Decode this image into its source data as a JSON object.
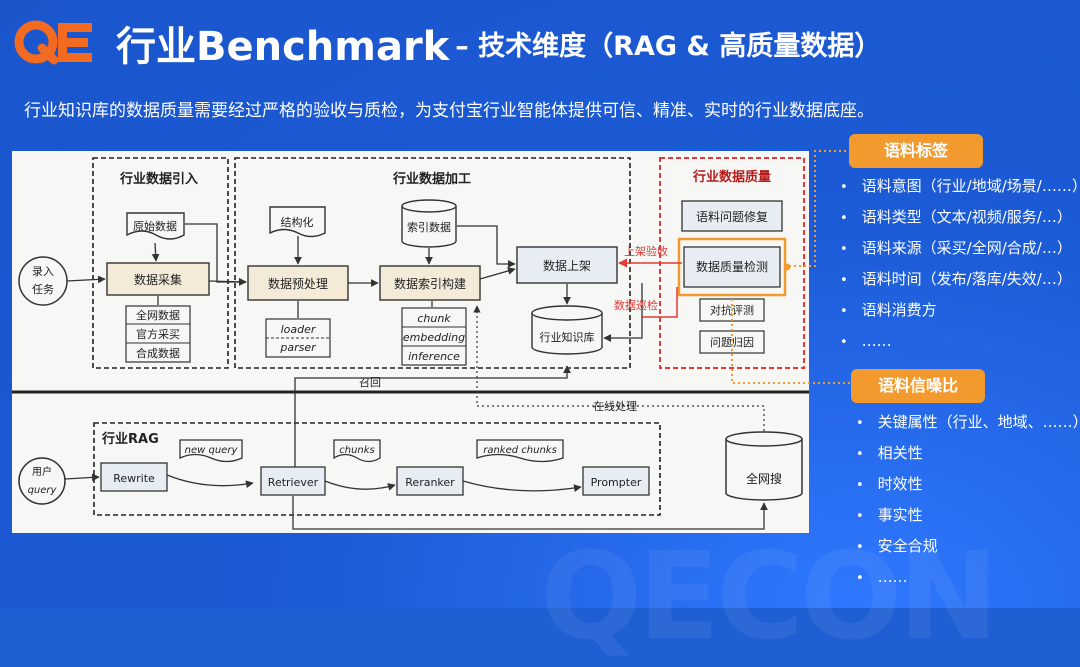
{
  "header": {
    "logo_text": "QE",
    "title_main": "行业Benchmark",
    "title_sub": "– 技术维度（RAG & 高质量数据）",
    "subtitle": "行业知识库的数据质量需要经过严格的验收与质检，为支付宝行业智能体提供可信、精准、实时的行业数据底座。"
  },
  "diagram": {
    "groups": {
      "ingest": "行业数据引入",
      "process": "行业数据加工",
      "quality": "行业数据质量",
      "rag": "行业RAG"
    },
    "nodes": {
      "input_task": "录入\n任务",
      "raw_data": "原始数据",
      "collect": "数据采集",
      "sources": [
        "全网数据",
        "官方采买",
        "合成数据"
      ],
      "structured": "结构化",
      "preprocess": "数据预处理",
      "loader": "loader",
      "parser": "parser",
      "index_data": "索引数据",
      "index_build": "数据索引构建",
      "index_items": [
        "chunk",
        "embedding",
        "inference"
      ],
      "publish": "数据上架",
      "kb": "行业知识库",
      "repair": "语料问题修复",
      "qc": "数据质量检测",
      "adversarial": "对抗评测",
      "attribution": "问题归因",
      "user_query": "用户\nquery",
      "rewrite": "Rewrite",
      "new_query": "new query",
      "retriever": "Retriever",
      "chunks": "chunks",
      "reranker": "Reranker",
      "ranked_chunks": "ranked chunks",
      "prompter": "Prompter",
      "web_search": "全网搜"
    },
    "edge_labels": {
      "publish_check": "上架验收",
      "inspection": "数据巡检",
      "recall": "召回",
      "online": "在线处理"
    }
  },
  "panels": {
    "tags": {
      "title": "语料标签",
      "items": [
        "语料意图（行业/地域/场景/……）",
        "语料类型（文本/视频/服务/…）",
        "语料来源（采买/全网/合成/…）",
        "语料时间（发布/落库/失效/…）",
        "语料消费方",
        "……"
      ]
    },
    "snr": {
      "title": "语料信噪比",
      "items": [
        "关键属性（行业、地域、……）",
        "相关性",
        "时效性",
        "事实性",
        "安全合规",
        "……"
      ]
    }
  },
  "colors": {
    "background": "#1c5bd6",
    "accent_orange": "#f39a2e",
    "quality_red": "#e53935",
    "node_fill": "#e8edf3",
    "node_fill_warm": "#f3ebd8",
    "node_fill_pink": "#f6dde0"
  }
}
